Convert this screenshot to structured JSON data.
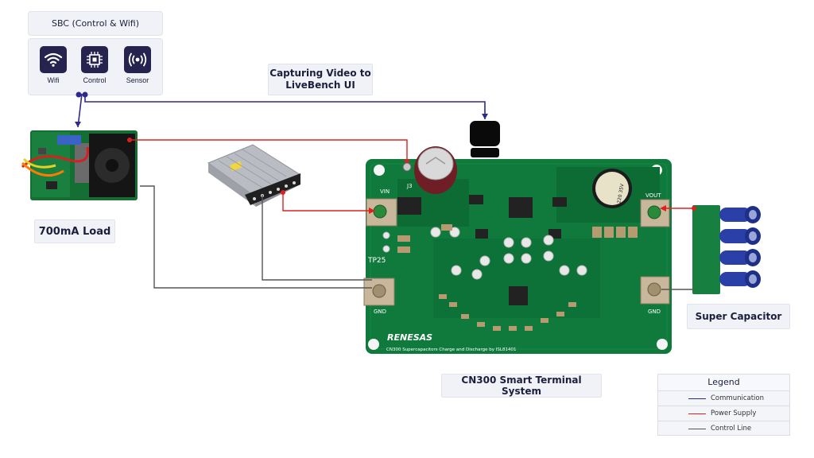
{
  "sbc": {
    "title": "SBC (Control & Wifi)",
    "items": [
      {
        "label": "Wifi",
        "icon": "wifi-icon"
      },
      {
        "label": "Control",
        "icon": "chip-icon"
      },
      {
        "label": "Sensor",
        "icon": "sensor-icon"
      }
    ]
  },
  "labels": {
    "video": "Capturing Video to LiveBench UI",
    "load": "700mA Load",
    "system": "CN300 Smart Terminal System",
    "supercap": "Super Capacitor"
  },
  "board": {
    "brand": "RENESAS",
    "caption": "CN300 Supercapacitors Charge and Discharge by ISL81401",
    "pins": {
      "vin": "VIN",
      "vout": "VOUT",
      "gnd_left": "GND",
      "gnd_right": "GND",
      "tp": "TP25",
      "j3": "J3"
    },
    "cap_text": "220 35V"
  },
  "legend": {
    "title": "Legend",
    "items": [
      {
        "label": "Communication",
        "color": "#2d2a8c"
      },
      {
        "label": "Power Supply",
        "color": "#e02020"
      },
      {
        "label": "Control Line",
        "color": "#555555"
      }
    ]
  },
  "colors": {
    "communication": "#2d2a8c",
    "power": "#e02020",
    "control": "#555555",
    "pcb": "#0f7a3c"
  }
}
